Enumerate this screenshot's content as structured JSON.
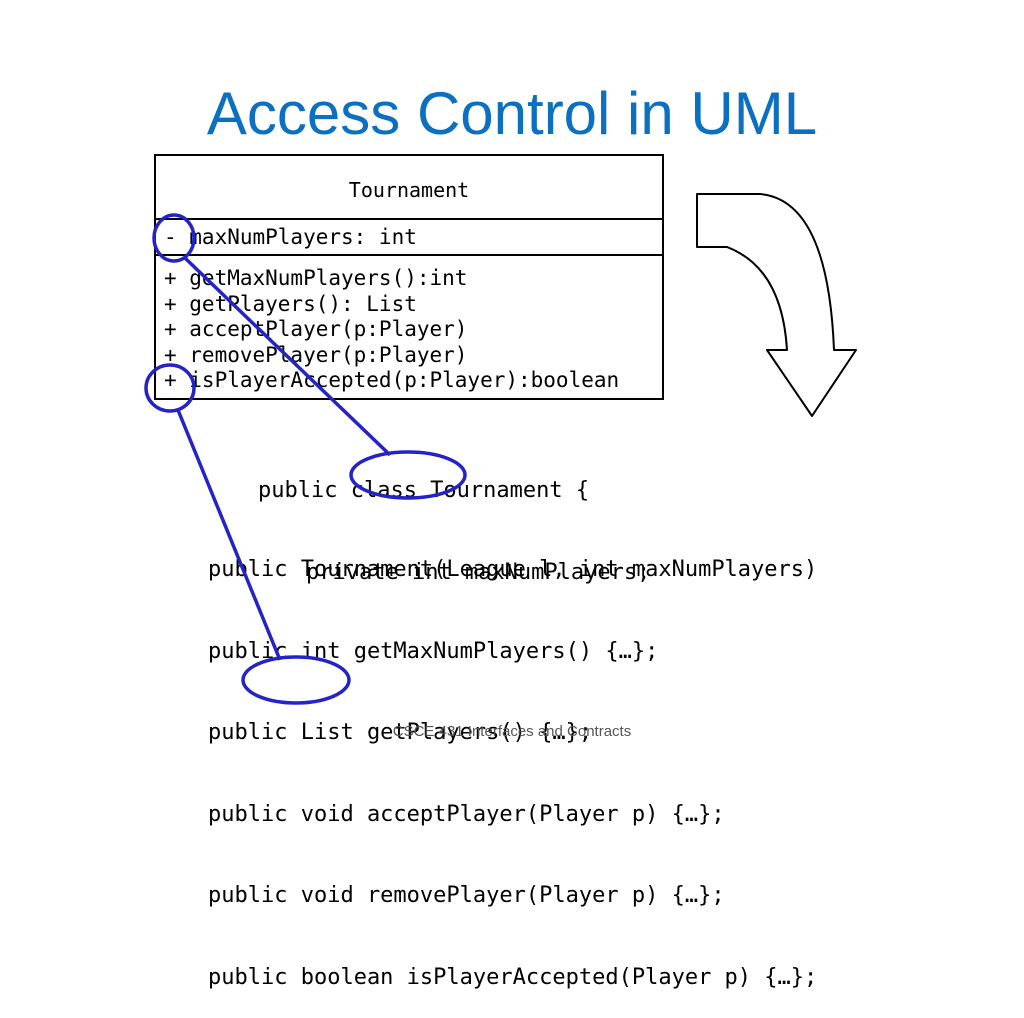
{
  "slide": {
    "title": "Access Control in UML",
    "footer": "CSCE 431 Interfaces and Contracts"
  },
  "uml": {
    "class_name": "Tournament",
    "attributes": [
      "- maxNumPlayers: int"
    ],
    "operations": [
      "+ getMaxNumPlayers():int",
      "+ getPlayers(): List",
      "+ acceptPlayer(p:Player)",
      "+ removePlayer(p:Player)",
      "+ isPlayerAccepted(p:Player):boolean"
    ]
  },
  "code": {
    "class_decl": "public class Tournament {",
    "field_decl": "private int maxNumPlayers;",
    "methods": [
      "public Tournament(League l, int maxNumPlayers)",
      "public int getMaxNumPlayers() {…};",
      "public List getPlayers() {…};",
      "public void acceptPlayer(Player p) {…};",
      "public void removePlayer(Player p) {…};",
      "public boolean isPlayerAccepted(Player p) {…};"
    ]
  },
  "colors": {
    "title": "#0b6fc2",
    "annotation": "#2323c8"
  }
}
